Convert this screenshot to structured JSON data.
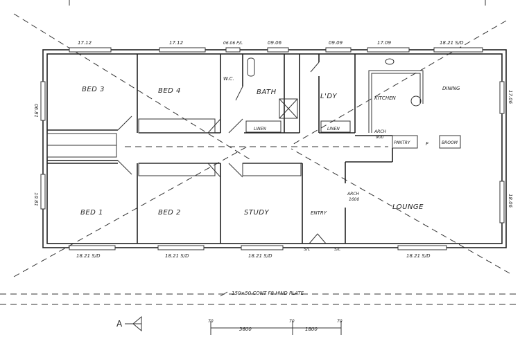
{
  "rooms": {
    "bed3": "BED 3",
    "bed4": "BED 4",
    "wc": "W.C.",
    "bath": "BATH",
    "ldy": "L'DY",
    "kitchen": "KITCHEN",
    "dining": "DINING",
    "bed1": "BED 1",
    "bed2": "BED 2",
    "study": "STUDY",
    "entry": "ENTRY",
    "lounge": "LOUNGE"
  },
  "fixtures": {
    "linen_left": "LINEN",
    "linen_right": "LINEN",
    "pantry": "PANTRY",
    "fridge": "F",
    "broom": "BROOM",
    "arch_900_line1": "ARCH",
    "arch_900_line2": "900",
    "arch_1600_line1": "ARCH",
    "arch_1600_line2": "1600"
  },
  "windows_top": [
    "17.12",
    "17.12",
    "06.06 P/L",
    "09.06",
    "09.09",
    "17.09",
    "18.21 S/D"
  ],
  "windows_bottom": [
    "18.21 S/D",
    "18.21 S/D",
    "18.21 S/D",
    "18.21 S/D"
  ],
  "windows_side": {
    "left_top": "06.81",
    "left_bottom": "10.81",
    "right_top": "17.06",
    "right_bottom": "18.06"
  },
  "door_marks": {
    "sl_left": "S/L",
    "sl_right": "S/L"
  },
  "foundation_note": "150×50 CONT F8 HWD PLATE",
  "section_marker": "A",
  "scale": {
    "tick_1": "70",
    "dim_1": "3600",
    "tick_2": "70",
    "dim_2": "1800",
    "tick_3": "70"
  }
}
